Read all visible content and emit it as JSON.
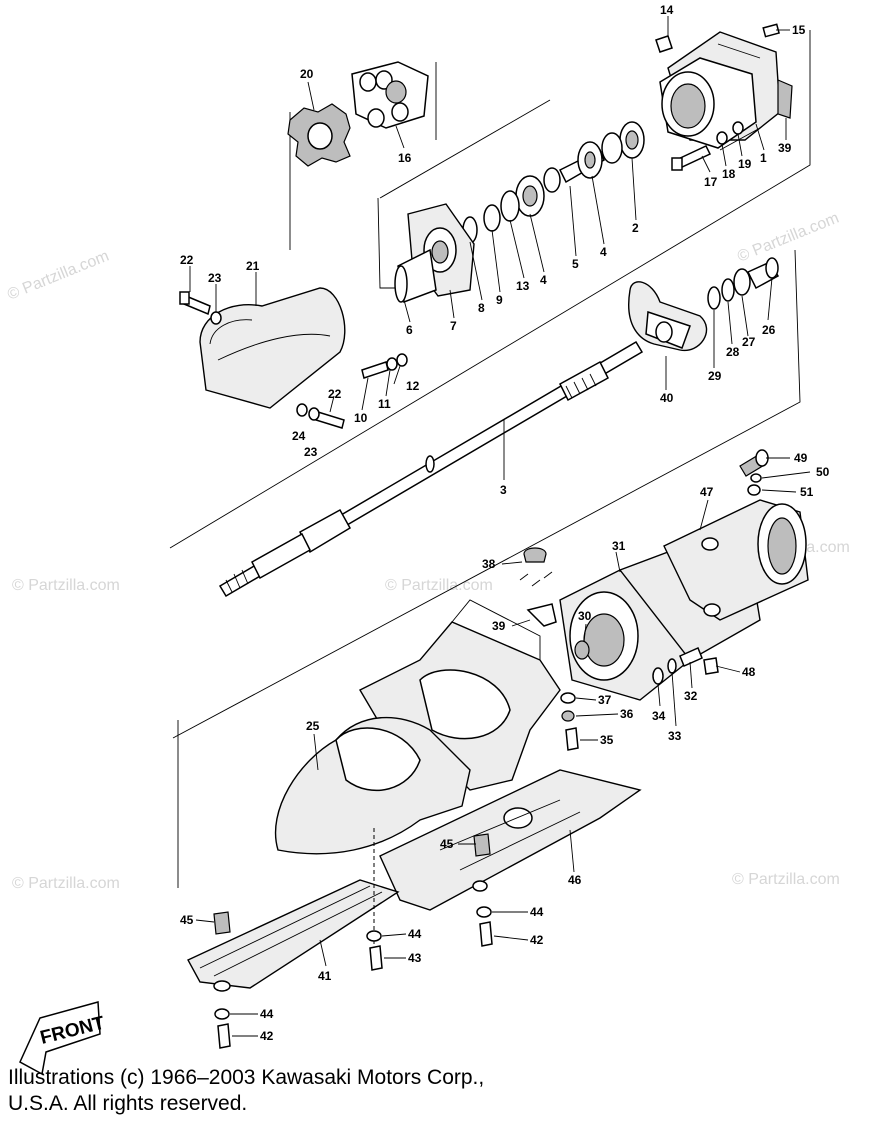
{
  "watermark": {
    "text": "© Partzilla.com"
  },
  "front_arrow": {
    "label": "FRONT"
  },
  "copyright": {
    "line1": "Illustrations (c) 1966–2003 Kawasaki Motors Corp.,",
    "line2": "U.S.A.  All rights reserved."
  },
  "callouts": [
    {
      "id": "c14",
      "label": "14"
    },
    {
      "id": "c15",
      "label": "15"
    },
    {
      "id": "c20",
      "label": "20"
    },
    {
      "id": "c16",
      "label": "16"
    },
    {
      "id": "c1",
      "label": "1"
    },
    {
      "id": "c39a",
      "label": "39"
    },
    {
      "id": "c19",
      "label": "19"
    },
    {
      "id": "c18",
      "label": "18"
    },
    {
      "id": "c17",
      "label": "17"
    },
    {
      "id": "c2",
      "label": "2"
    },
    {
      "id": "c4a",
      "label": "4"
    },
    {
      "id": "c5",
      "label": "5"
    },
    {
      "id": "c4b",
      "label": "4"
    },
    {
      "id": "c13",
      "label": "13"
    },
    {
      "id": "c9",
      "label": "9"
    },
    {
      "id": "c8",
      "label": "8"
    },
    {
      "id": "c7",
      "label": "7"
    },
    {
      "id": "c6",
      "label": "6"
    },
    {
      "id": "c22a",
      "label": "22"
    },
    {
      "id": "c23a",
      "label": "23"
    },
    {
      "id": "c21",
      "label": "21"
    },
    {
      "id": "c12",
      "label": "12"
    },
    {
      "id": "c11",
      "label": "11"
    },
    {
      "id": "c10",
      "label": "10"
    },
    {
      "id": "c22b",
      "label": "22"
    },
    {
      "id": "c24",
      "label": "24"
    },
    {
      "id": "c23b",
      "label": "23"
    },
    {
      "id": "c26",
      "label": "26"
    },
    {
      "id": "c27",
      "label": "27"
    },
    {
      "id": "c28",
      "label": "28"
    },
    {
      "id": "c29",
      "label": "29"
    },
    {
      "id": "c40",
      "label": "40"
    },
    {
      "id": "c3",
      "label": "3"
    },
    {
      "id": "c49",
      "label": "49"
    },
    {
      "id": "c50",
      "label": "50"
    },
    {
      "id": "c51",
      "label": "51"
    },
    {
      "id": "c47",
      "label": "47"
    },
    {
      "id": "c31",
      "label": "31"
    },
    {
      "id": "c38",
      "label": "38"
    },
    {
      "id": "c39b",
      "label": "39"
    },
    {
      "id": "c30",
      "label": "30"
    },
    {
      "id": "c48",
      "label": "48"
    },
    {
      "id": "c32",
      "label": "32"
    },
    {
      "id": "c37",
      "label": "37"
    },
    {
      "id": "c36",
      "label": "36"
    },
    {
      "id": "c35",
      "label": "35"
    },
    {
      "id": "c34",
      "label": "34"
    },
    {
      "id": "c33",
      "label": "33"
    },
    {
      "id": "c25",
      "label": "25"
    },
    {
      "id": "c45a",
      "label": "45"
    },
    {
      "id": "c46",
      "label": "46"
    },
    {
      "id": "c44a",
      "label": "44"
    },
    {
      "id": "c42a",
      "label": "42"
    },
    {
      "id": "c45b",
      "label": "45"
    },
    {
      "id": "c44b",
      "label": "44"
    },
    {
      "id": "c43",
      "label": "43"
    },
    {
      "id": "c41",
      "label": "41"
    },
    {
      "id": "c44c",
      "label": "44"
    },
    {
      "id": "c42b",
      "label": "42"
    }
  ]
}
